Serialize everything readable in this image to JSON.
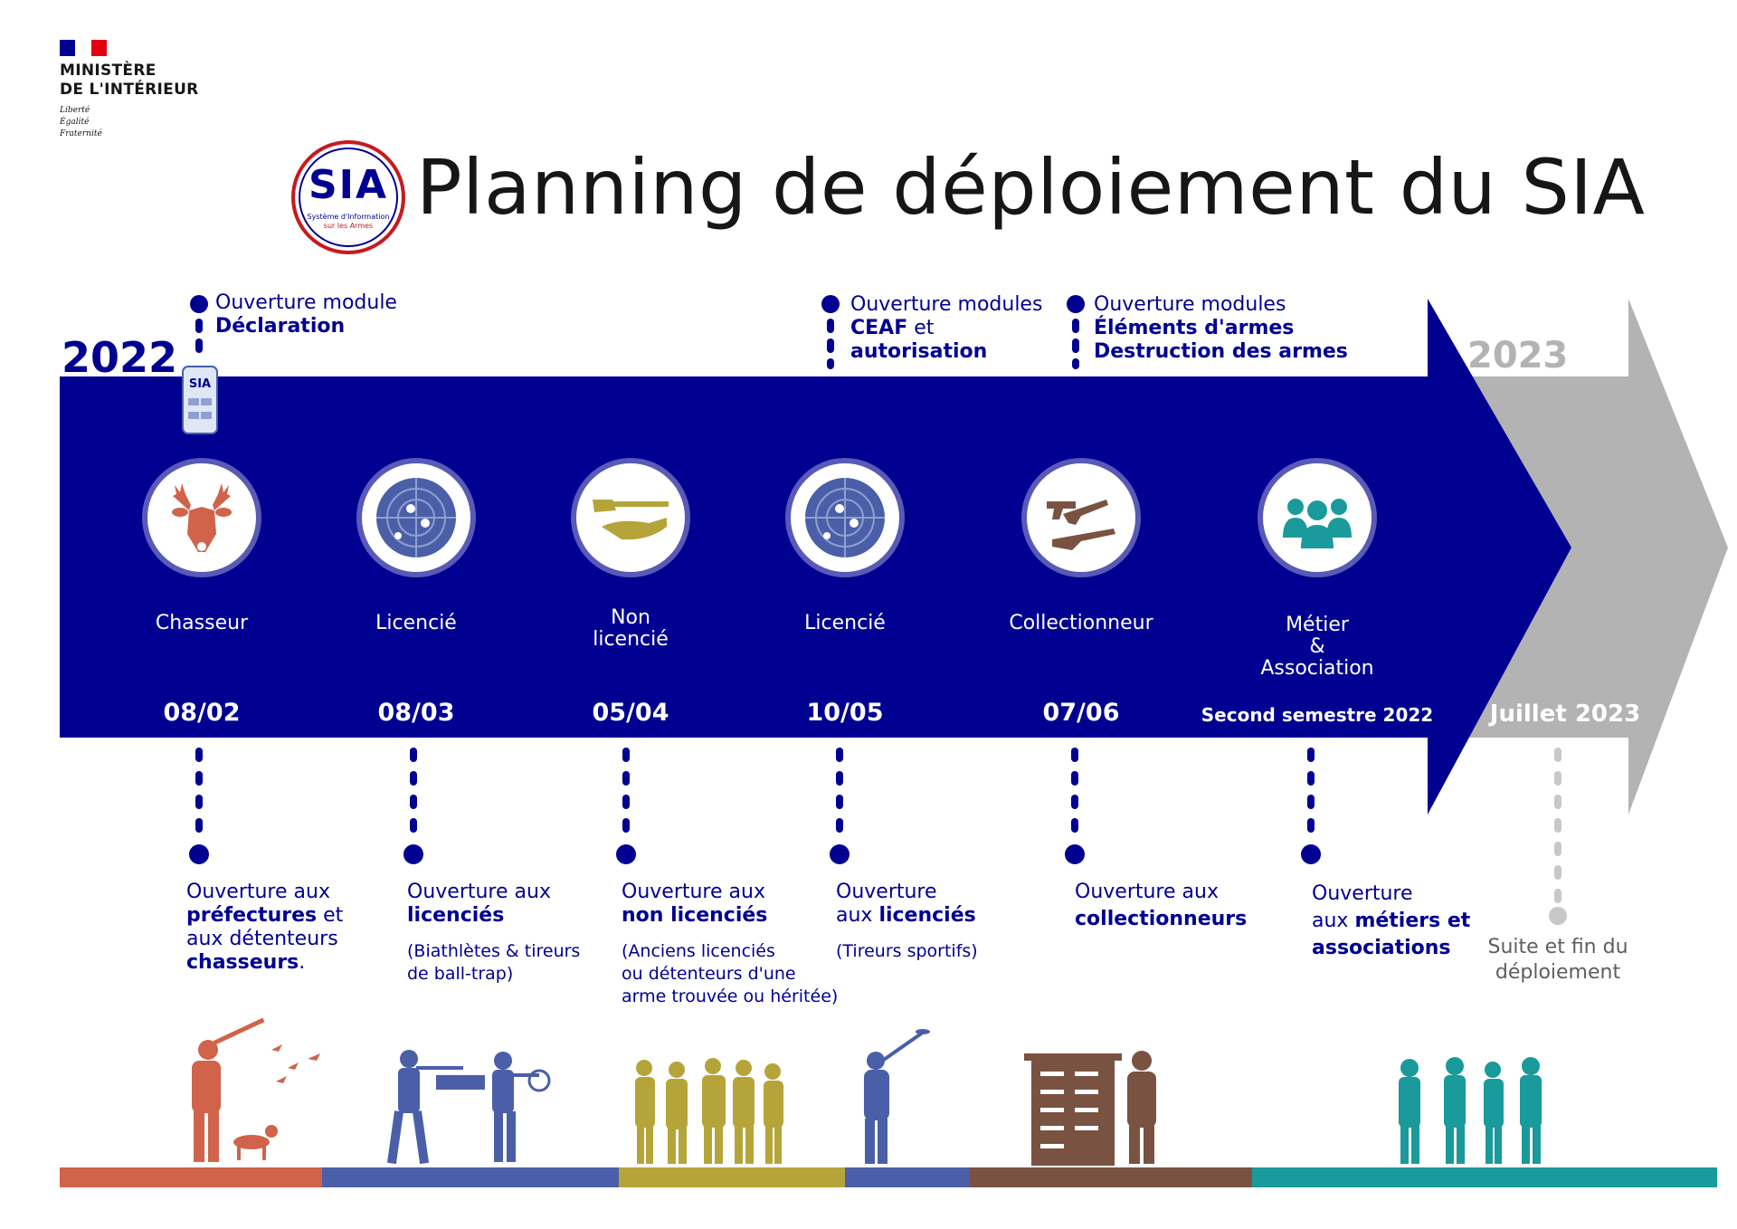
{
  "ministere": {
    "name_line1": "MINISTÈRE",
    "name_line2": "DE L'INTÉRIEUR",
    "motto_line1": "Liberté",
    "motto_line2": "Égalité",
    "motto_line3": "Fraternité"
  },
  "sia_badge": {
    "acronym": "SIA",
    "subtitle_line1": "Système d'Information",
    "subtitle_line2": "sur les Armes"
  },
  "title": "Planning de déploiement du SIA",
  "year_start": "2022",
  "year_end": "2023",
  "top_notes": [
    {
      "line1": "Ouverture module",
      "line2": "Déclaration",
      "line3": ""
    },
    {
      "line1": "Ouverture modules",
      "line2": "CEAF",
      "line2_suffix": " et",
      "line3": "autorisation"
    },
    {
      "line1": "Ouverture modules",
      "line2": "Éléments d'armes",
      "line3": "Destruction des armes"
    }
  ],
  "categories": [
    {
      "label": "Chasseur",
      "date": "08/02",
      "icon": "deer-icon"
    },
    {
      "label": "Licencié",
      "date": "08/03",
      "icon": "target-icon"
    },
    {
      "label_line1": "Non",
      "label_line2": "licencié",
      "date": "05/04",
      "icon": "rifle-hand-icon"
    },
    {
      "label": "Licencié",
      "date": "10/05",
      "icon": "target-icon"
    },
    {
      "label": "Collectionneur",
      "date": "07/06",
      "icon": "weapons-icon"
    },
    {
      "label_line1": "Métier",
      "label_line2": "&",
      "label_line3": "Association",
      "date": "Second semestre 2022",
      "icon": "professionals-icon"
    }
  ],
  "final": {
    "date": "Juillet 2023",
    "note_line1": "Suite et fin du",
    "note_line2": "déploiement"
  },
  "bottom_notes": [
    {
      "l1a": "Ouverture aux",
      "l2b": "préfectures",
      "l2c": " et",
      "l3a": "aux détenteurs",
      "l4b": "chasseurs",
      "l4c": "."
    },
    {
      "l1a": "Ouverture aux",
      "l2b": "licenciés",
      "s1": "(Biathlètes & tireurs",
      "s2": "de ball-trap)"
    },
    {
      "l1a": "Ouverture aux",
      "l2b": "non licenciés",
      "s1": "(Anciens licenciés",
      "s2": "ou détenteurs d'une",
      "s3": "arme trouvée ou héritée)"
    },
    {
      "l1a": "Ouverture",
      "l2a": "aux ",
      "l2b": "licenciés",
      "s1": "(Tireurs sportifs)"
    },
    {
      "l1a": "Ouverture aux",
      "l2b": "collectionneurs"
    },
    {
      "l1a": "Ouverture",
      "l2a": "aux ",
      "l2b": "métiers et",
      "l3b": "associations"
    }
  ],
  "colors": {
    "navy": "#000091",
    "gray_arrow": "#b3b3b3",
    "chasseur": "#d0634a",
    "licencie": "#4a5fa8",
    "non_licencie": "#b5a43a",
    "collectionneur": "#7a5242",
    "metier": "#1a9a9a",
    "flag_red": "#e1000f"
  }
}
